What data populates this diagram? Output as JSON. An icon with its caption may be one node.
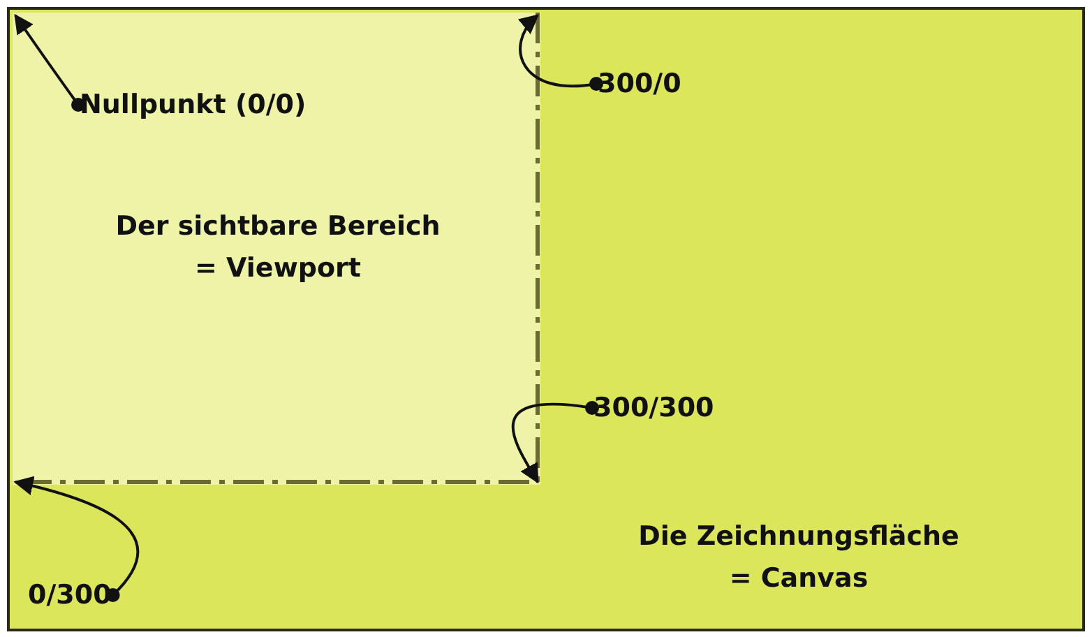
{
  "diagram": {
    "nodes": [
      {
        "text": [
          "Die Zeichnungsfläche = Canvas"
        ]
      },
      {
        "text": [
          "Der sichtbare Bereich = Viewport"
        ],
        "in": 0
      },
      {
        "text": [
          "Nullpunkt (0/0)"
        ],
        "in": 1
      },
      {
        "text": [
          "300/0"
        ],
        "in": 0
      },
      {
        "text": [
          "300/300"
        ],
        "in": 0
      },
      {
        "text": [
          "0/300"
        ],
        "in": 0
      }
    ],
    "edges": [
      {
        "from": 2,
        "to": 1,
        "arrow": "to"
      },
      {
        "from": 3,
        "to": 1,
        "arrow": "to"
      },
      {
        "from": 4,
        "to": 1,
        "arrow": "to"
      },
      {
        "from": 5,
        "to": 1,
        "arrow": "to"
      }
    ]
  }
}
